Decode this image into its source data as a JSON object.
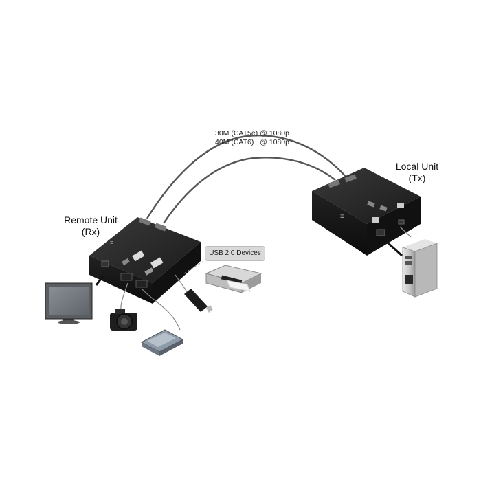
{
  "labels": {
    "remote_unit": "Remote Unit",
    "remote_unit_sub": "(Rx)",
    "local_unit": "Local Unit",
    "local_unit_sub": "(Tx)",
    "cable_line_1": "30M (CAT5e) @ 1080p",
    "cable_line_2": "40M (CAT6)   @ 1080p",
    "usb_devices": "USB 2.0 Devices"
  },
  "icons": {
    "remote_unit": "kvm-extender-receiver-icon",
    "local_unit": "kvm-extender-transmitter-icon",
    "monitor": "monitor-icon",
    "camera": "camera-icon",
    "scanner": "scanner-icon",
    "usb_stick": "usb-flash-drive-icon",
    "printer": "printer-icon",
    "computer": "desktop-tower-icon"
  },
  "colors": {
    "device_body": "#1c1c1c",
    "cable": "#555555",
    "callout_bg": "#d9d9d9"
  }
}
